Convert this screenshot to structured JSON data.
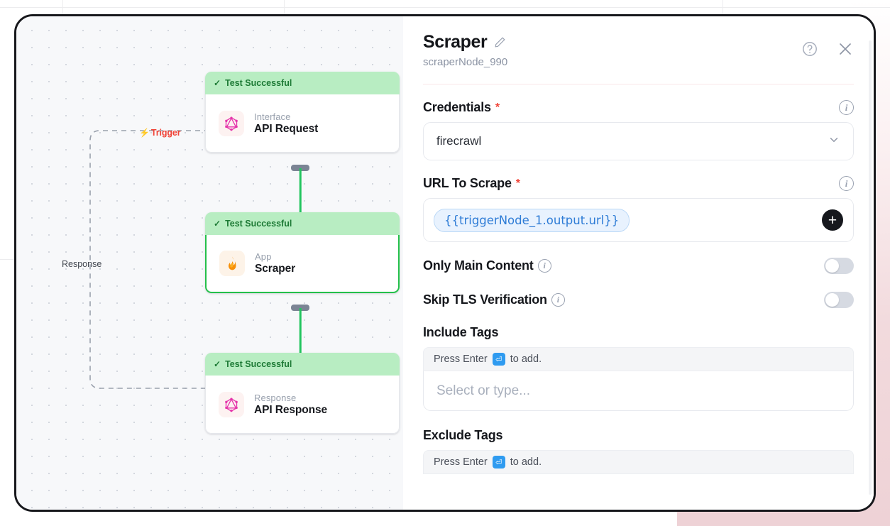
{
  "canvas": {
    "edge_labels": [
      {
        "id": "trigger",
        "text": "Trigger",
        "icon": "bolt-icon",
        "color": "#f04438"
      },
      {
        "id": "response",
        "text": "Response",
        "icon": "",
        "color": "#41464f"
      }
    ],
    "nodes": [
      {
        "status": "Test Successful",
        "kind": "Interface",
        "title": "API Request",
        "icon": "graphql-icon",
        "selected": false
      },
      {
        "status": "Test Successful",
        "kind": "App",
        "title": "Scraper",
        "icon": "flame-icon",
        "selected": true
      },
      {
        "status": "Test Successful",
        "kind": "Response",
        "title": "API Response",
        "icon": "graphql-icon",
        "selected": false
      }
    ]
  },
  "panel": {
    "title": "Scraper",
    "edit_icon": "pencil-icon",
    "node_id": "scraperNode_990",
    "help_icon": "help-circle-icon",
    "close_icon": "close-icon",
    "fields": {
      "credentials": {
        "label": "Credentials",
        "required_marker": "*",
        "info_icon": "info-icon",
        "value": "firecrawl",
        "chevron": "chevron-down-icon"
      },
      "url_to_scrape": {
        "label": "URL To Scrape",
        "required_marker": "*",
        "info_icon": "info-icon",
        "token": "{{triggerNode_1.output.url}}",
        "add_icon": "plus-icon"
      },
      "only_main_content": {
        "label": "Only Main Content",
        "info_icon": "info-icon",
        "enabled": false
      },
      "skip_tls_verification": {
        "label": "Skip TLS Verification",
        "info_icon": "info-icon",
        "enabled": false
      },
      "include_tags": {
        "label": "Include Tags",
        "hint_prefix": "Press Enter",
        "hint_key": "⏎",
        "hint_suffix": "to add.",
        "placeholder": "Select or type..."
      },
      "exclude_tags": {
        "label": "Exclude Tags",
        "hint_prefix": "Press Enter",
        "hint_key": "⏎",
        "hint_suffix": "to add."
      }
    }
  },
  "colors": {
    "success_banner": "#b8edc2",
    "success_text": "#1d7a35",
    "selected_border": "#24c04a",
    "connector": "#22c55e",
    "required": "#f04438",
    "token_text": "#2e7cd6",
    "accent_dark": "#16181d"
  }
}
